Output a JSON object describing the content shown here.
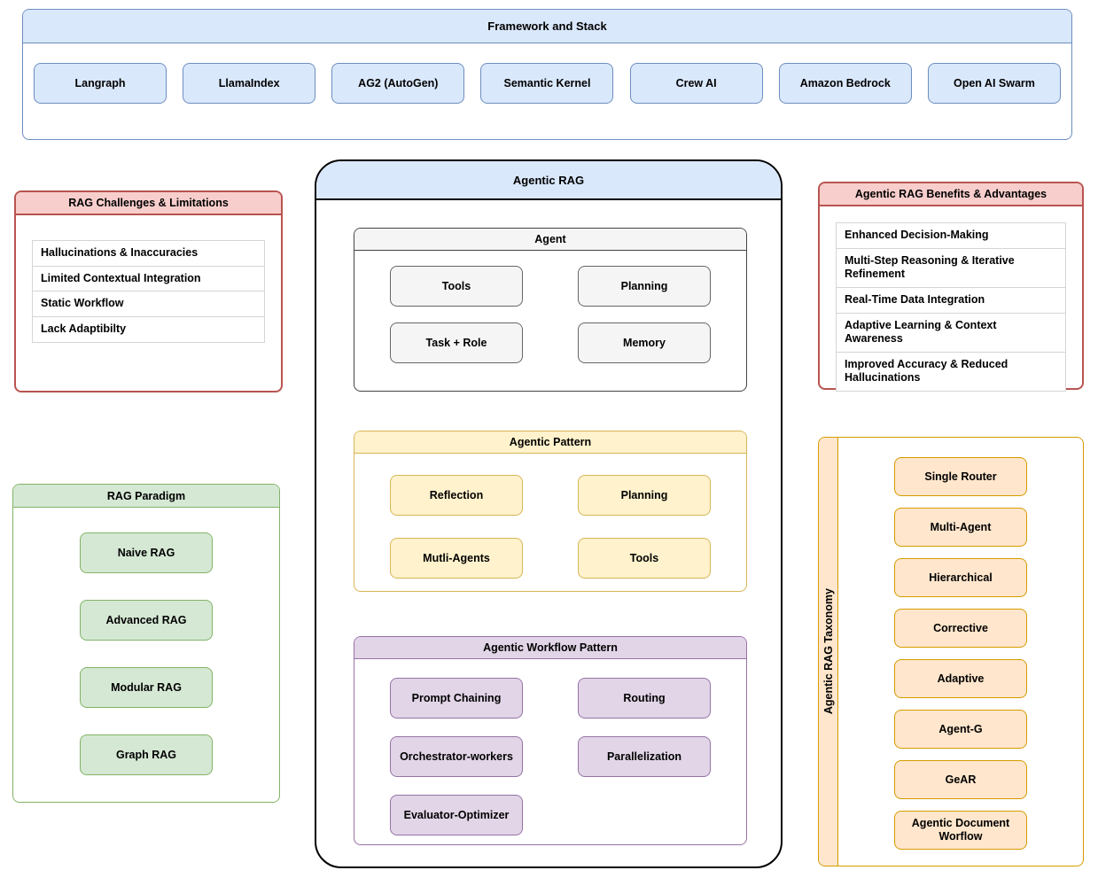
{
  "framework": {
    "title": "Framework and Stack",
    "items": [
      "Langraph",
      "LlamaIndex",
      "AG2 (AutoGen)",
      "Semantic Kernel",
      "Crew AI",
      "Amazon Bedrock",
      "Open AI Swarm"
    ]
  },
  "challenges": {
    "title": "RAG Challenges & Limitations",
    "items": [
      "Hallucinations & Inaccuracies",
      "Limited Contextual Integration",
      "Static Workflow",
      "Lack Adaptibilty"
    ]
  },
  "paradigm": {
    "title": "RAG Paradigm",
    "items": [
      "Naive RAG",
      "Advanced RAG",
      "Modular RAG",
      "Graph RAG"
    ]
  },
  "agentic_rag": {
    "title": "Agentic RAG",
    "agent": {
      "title": "Agent",
      "items": [
        "Tools",
        "Planning",
        "Task + Role",
        "Memory"
      ]
    },
    "pattern": {
      "title": "Agentic Pattern",
      "items": [
        "Reflection",
        "Planning",
        "Mutli-Agents",
        "Tools"
      ]
    },
    "workflow": {
      "title": "Agentic Workflow Pattern",
      "items": [
        "Prompt Chaining",
        "Routing",
        "Orchestrator-workers",
        "Parallelization",
        "Evaluator-Optimizer"
      ]
    }
  },
  "benefits": {
    "title": "Agentic RAG Benefits & Advantages",
    "items": [
      "Enhanced Decision-Making",
      "Multi-Step Reasoning & Iterative Refinement",
      "Real-Time Data Integration",
      "Adaptive Learning & Context Awareness",
      "Improved Accuracy & Reduced Hallucinations"
    ]
  },
  "taxonomy": {
    "title": "Agentic RAG Taxonomy",
    "items": [
      "Single Router",
      "Multi-Agent",
      "Hierarchical",
      "Corrective",
      "Adaptive",
      "Agent-G",
      "GeAR",
      "Agentic Document Worflow"
    ]
  },
  "colors": {
    "blue_fill": "#DAE8FC",
    "blue_stroke": "#6C8EBF",
    "red_fill": "#F8CECC",
    "red_stroke": "#B85450",
    "green_fill": "#D5E8D4",
    "green_stroke": "#82B366",
    "yellow_fill": "#FFF2CC",
    "yellow_stroke": "#D6B656",
    "purple_fill": "#E1D5E7",
    "purple_stroke": "#9673A6",
    "orange_fill": "#FFE6CC",
    "orange_stroke": "#D79B00",
    "gray_fill": "#F5F5F5",
    "gray_stroke": "#666666"
  }
}
